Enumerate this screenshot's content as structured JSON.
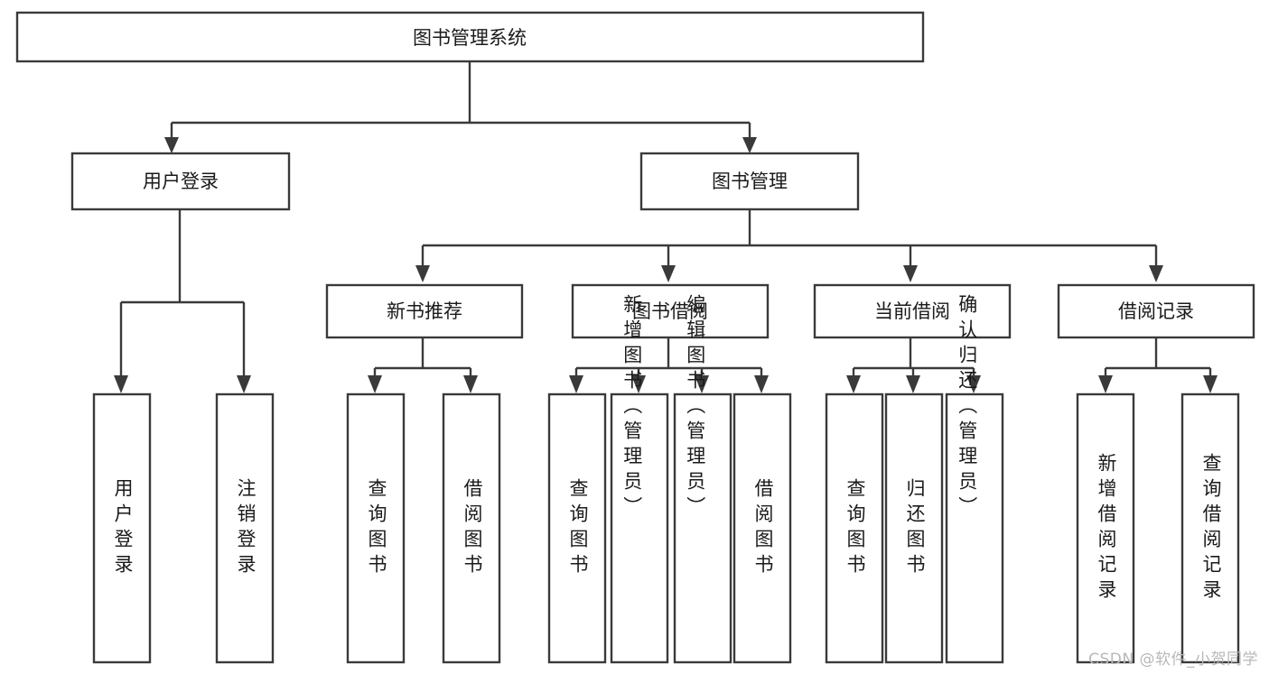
{
  "diagram": {
    "type": "tree-hierarchy",
    "title": "图书管理系统",
    "watermark": "CSDN @软件_小贺同学",
    "colors": {
      "stroke": "#3a3a3a",
      "fill": "#ffffff",
      "text": "#1a1a1a",
      "watermark": "#b8b8b8",
      "background": "#ffffff"
    },
    "nodes": {
      "root": {
        "label": "图书管理系统",
        "orientation": "horizontal",
        "level": 0
      },
      "l1_a": {
        "label": "用户登录",
        "orientation": "horizontal",
        "level": 1
      },
      "l1_b": {
        "label": "图书管理",
        "orientation": "horizontal",
        "level": 1
      },
      "l2_a": {
        "label": "新书推荐",
        "orientation": "horizontal",
        "level": 2
      },
      "l2_b": {
        "label": "图书借阅",
        "orientation": "horizontal",
        "level": 2
      },
      "l2_c": {
        "label": "当前借阅",
        "orientation": "horizontal",
        "level": 2
      },
      "l2_d": {
        "label": "借阅记录",
        "orientation": "horizontal",
        "level": 2
      },
      "leaf_01": {
        "label": "用户登录",
        "orientation": "vertical",
        "level": 2
      },
      "leaf_02": {
        "label": "注销登录",
        "orientation": "vertical",
        "level": 2
      },
      "leaf_03": {
        "label": "查询图书",
        "orientation": "vertical",
        "level": 3
      },
      "leaf_04": {
        "label": "借阅图书",
        "orientation": "vertical",
        "level": 3
      },
      "leaf_05": {
        "label": "查询图书",
        "orientation": "vertical",
        "level": 3
      },
      "leaf_06": {
        "label": "新增图书（管理员）",
        "orientation": "vertical",
        "level": 3
      },
      "leaf_07": {
        "label": "编辑图书（管理员）",
        "orientation": "vertical",
        "level": 3
      },
      "leaf_08": {
        "label": "借阅图书",
        "orientation": "vertical",
        "level": 3
      },
      "leaf_09": {
        "label": "查询图书",
        "orientation": "vertical",
        "level": 3
      },
      "leaf_10": {
        "label": "归还图书",
        "orientation": "vertical",
        "level": 3
      },
      "leaf_11": {
        "label": "确认归还（管理员）",
        "orientation": "vertical",
        "level": 3
      },
      "leaf_12": {
        "label": "新增借阅记录",
        "orientation": "vertical",
        "level": 3
      },
      "leaf_13": {
        "label": "查询借阅记录",
        "orientation": "vertical",
        "level": 3
      }
    },
    "edges": [
      {
        "from": "root",
        "to": "l1_a"
      },
      {
        "from": "root",
        "to": "l1_b"
      },
      {
        "from": "l1_a",
        "to": "leaf_01"
      },
      {
        "from": "l1_a",
        "to": "leaf_02"
      },
      {
        "from": "l1_b",
        "to": "l2_a"
      },
      {
        "from": "l1_b",
        "to": "l2_b"
      },
      {
        "from": "l1_b",
        "to": "l2_c"
      },
      {
        "from": "l1_b",
        "to": "l2_d"
      },
      {
        "from": "l2_a",
        "to": "leaf_03"
      },
      {
        "from": "l2_a",
        "to": "leaf_04"
      },
      {
        "from": "l2_b",
        "to": "leaf_05"
      },
      {
        "from": "l2_b",
        "to": "leaf_06"
      },
      {
        "from": "l2_b",
        "to": "leaf_07"
      },
      {
        "from": "l2_b",
        "to": "leaf_08"
      },
      {
        "from": "l2_c",
        "to": "leaf_09"
      },
      {
        "from": "l2_c",
        "to": "leaf_10"
      },
      {
        "from": "l2_c",
        "to": "leaf_11"
      },
      {
        "from": "l2_d",
        "to": "leaf_12"
      },
      {
        "from": "l2_d",
        "to": "leaf_13"
      }
    ]
  }
}
